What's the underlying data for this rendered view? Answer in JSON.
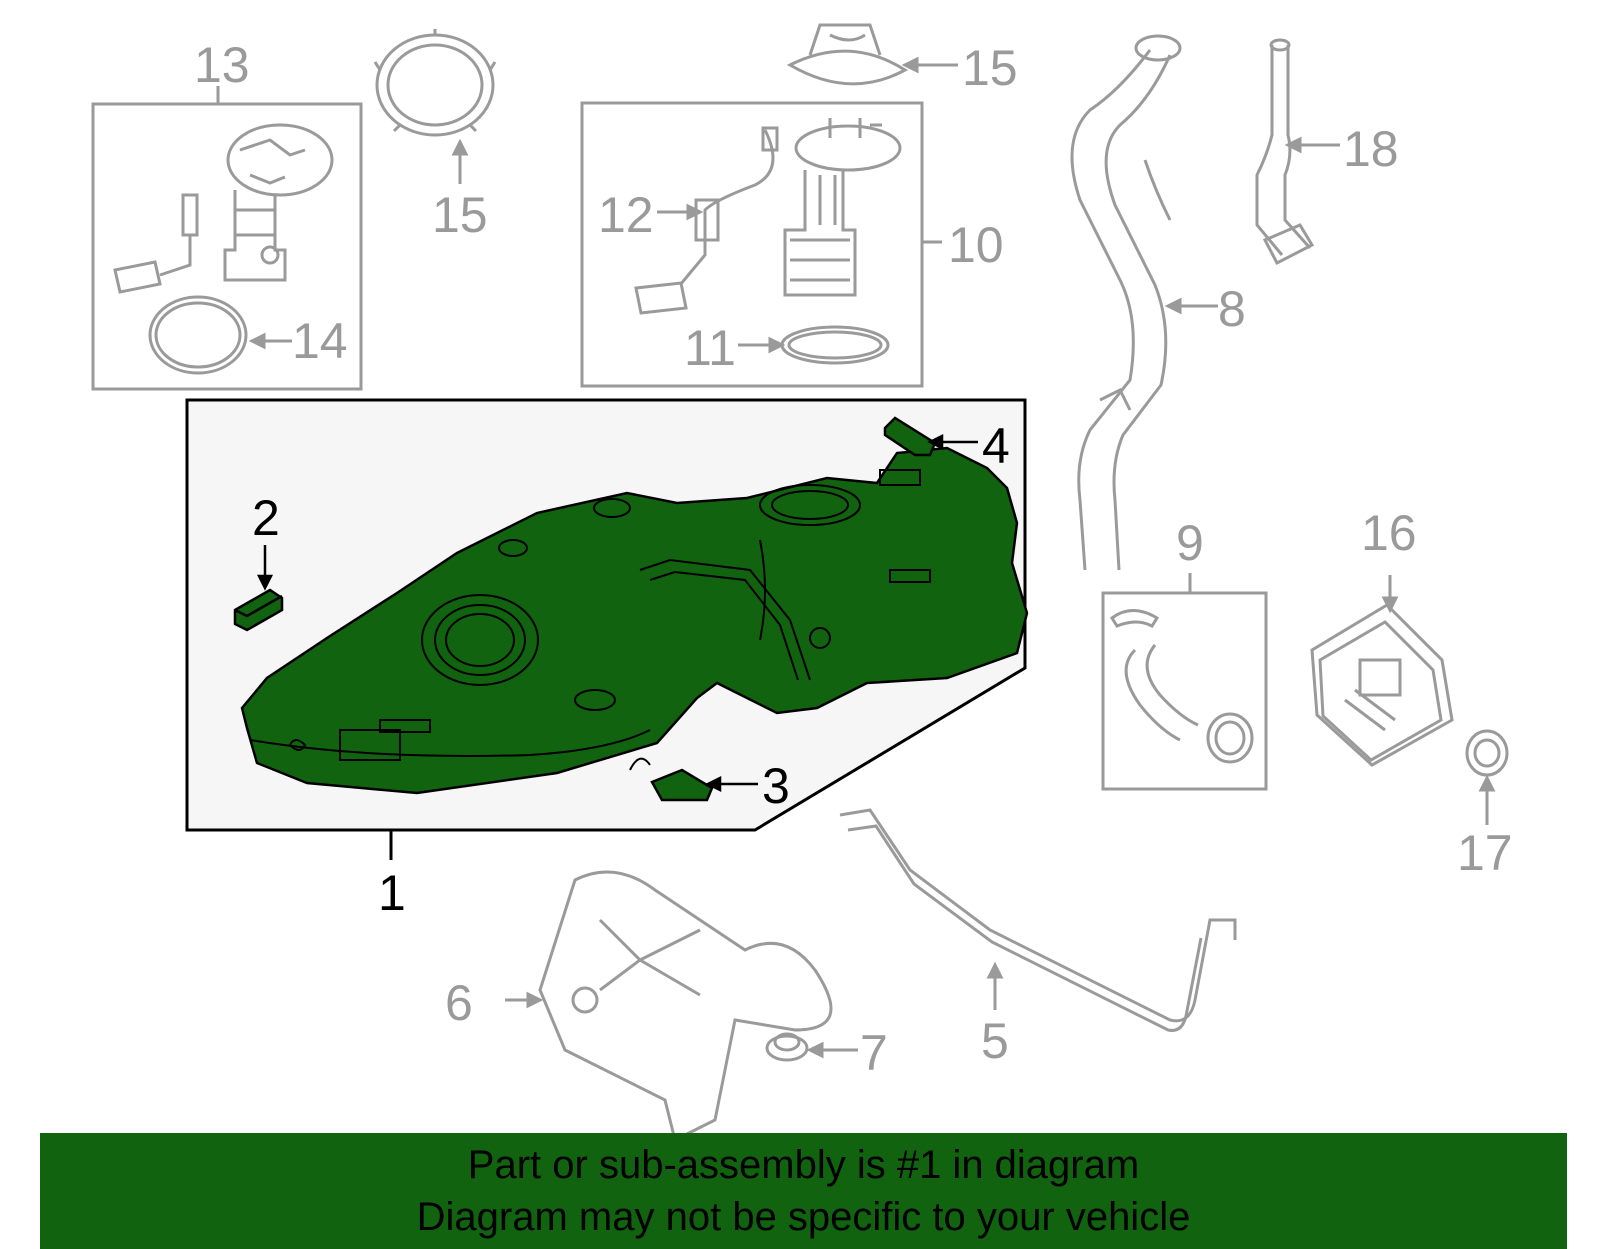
{
  "colors": {
    "highlight": "#116310",
    "part_grey": "#9a9a9a",
    "background": "#ffffff",
    "panel": "#f6f6f6"
  },
  "callouts": {
    "c1": "1",
    "c2": "2",
    "c3": "3",
    "c4": "4",
    "c5": "5",
    "c6": "6",
    "c7": "7",
    "c8": "8",
    "c9": "9",
    "c10": "10",
    "c11": "11",
    "c12": "12",
    "c13": "13",
    "c14": "14",
    "c15a": "15",
    "c15b": "15",
    "c16": "16",
    "c17": "17",
    "c18": "18"
  },
  "banner": {
    "line1": "Part or sub-assembly is #1 in diagram",
    "line2": "Diagram may not be specific to your vehicle"
  }
}
